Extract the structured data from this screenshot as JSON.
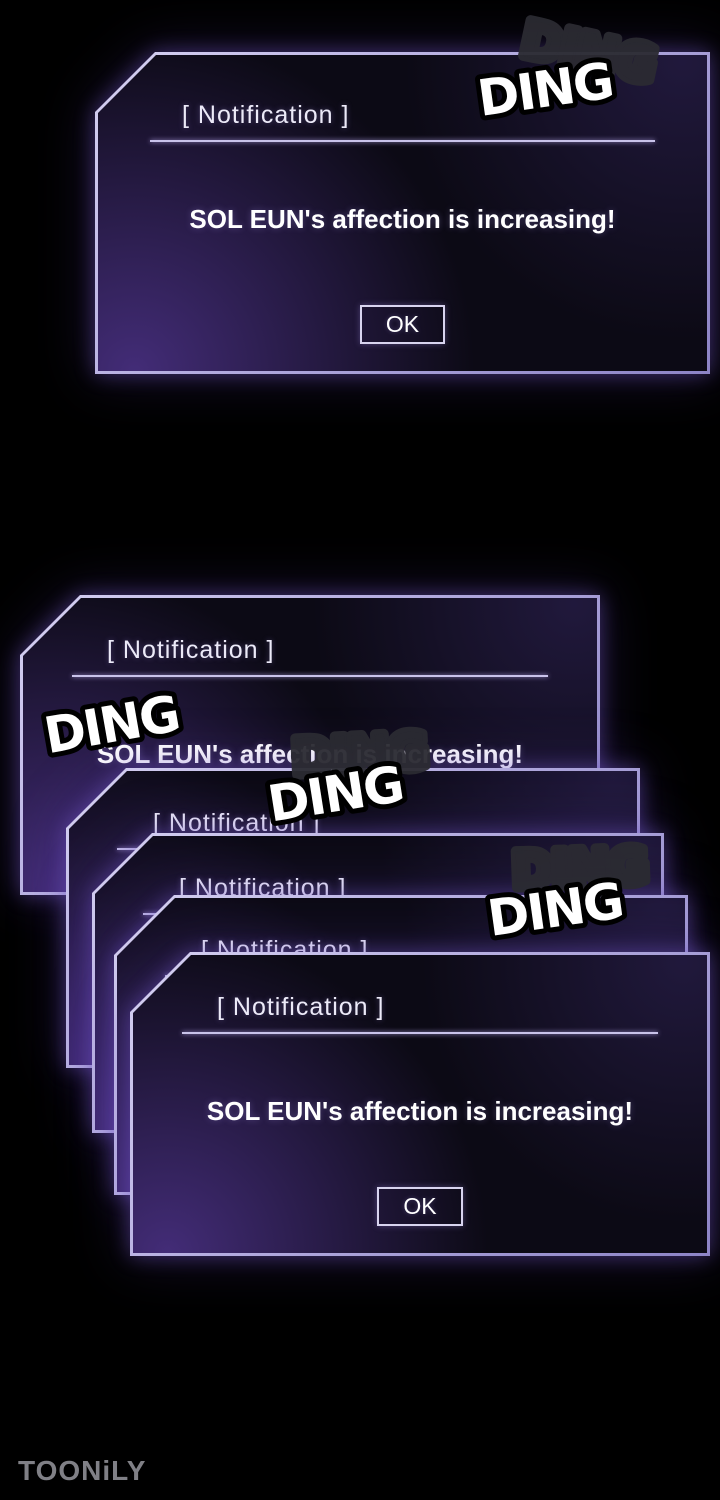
{
  "panel": {
    "background_color": "#000000",
    "watermark": "TOONiLY"
  },
  "sfx": {
    "text": "DING"
  },
  "notification": {
    "title": "[ Notification ]",
    "message": "SOL EUN's affection is increasing!",
    "ok_label": "OK"
  },
  "colors": {
    "dialog_border": "#b7b0e0",
    "dialog_background": "#0c0a15",
    "glow_purple": "#7a5ed0",
    "message_text": "#ffffff",
    "watermark_text": "#808086"
  }
}
